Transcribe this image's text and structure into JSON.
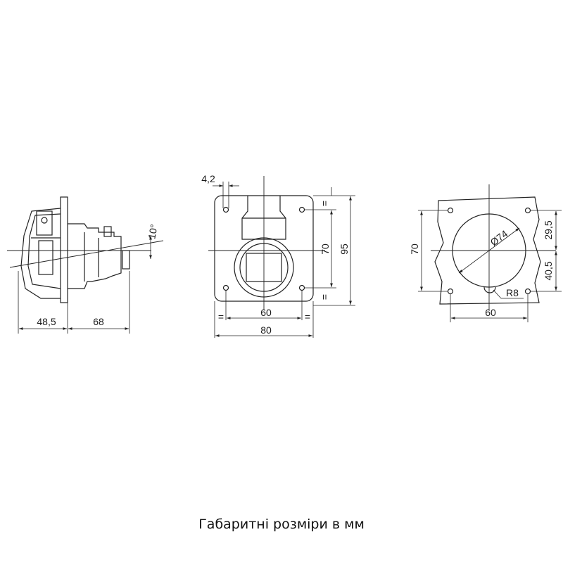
{
  "caption": "Габаритні розміри в мм",
  "side_view": {
    "angle": "10°",
    "depth_front": "48,5",
    "depth_back": "68"
  },
  "front_view": {
    "hole_offset": "4,2",
    "hole_spacing_h": "60",
    "plate_width": "80",
    "hole_spacing_v": "70",
    "plate_height": "95",
    "equal_mark": "="
  },
  "cutout_view": {
    "hole_spacing_v": "70",
    "circle_diameter": "Ø74",
    "upper_offset": "29,5",
    "lower_offset": "40,5",
    "notch_radius": "R8",
    "hole_spacing_h": "60"
  }
}
